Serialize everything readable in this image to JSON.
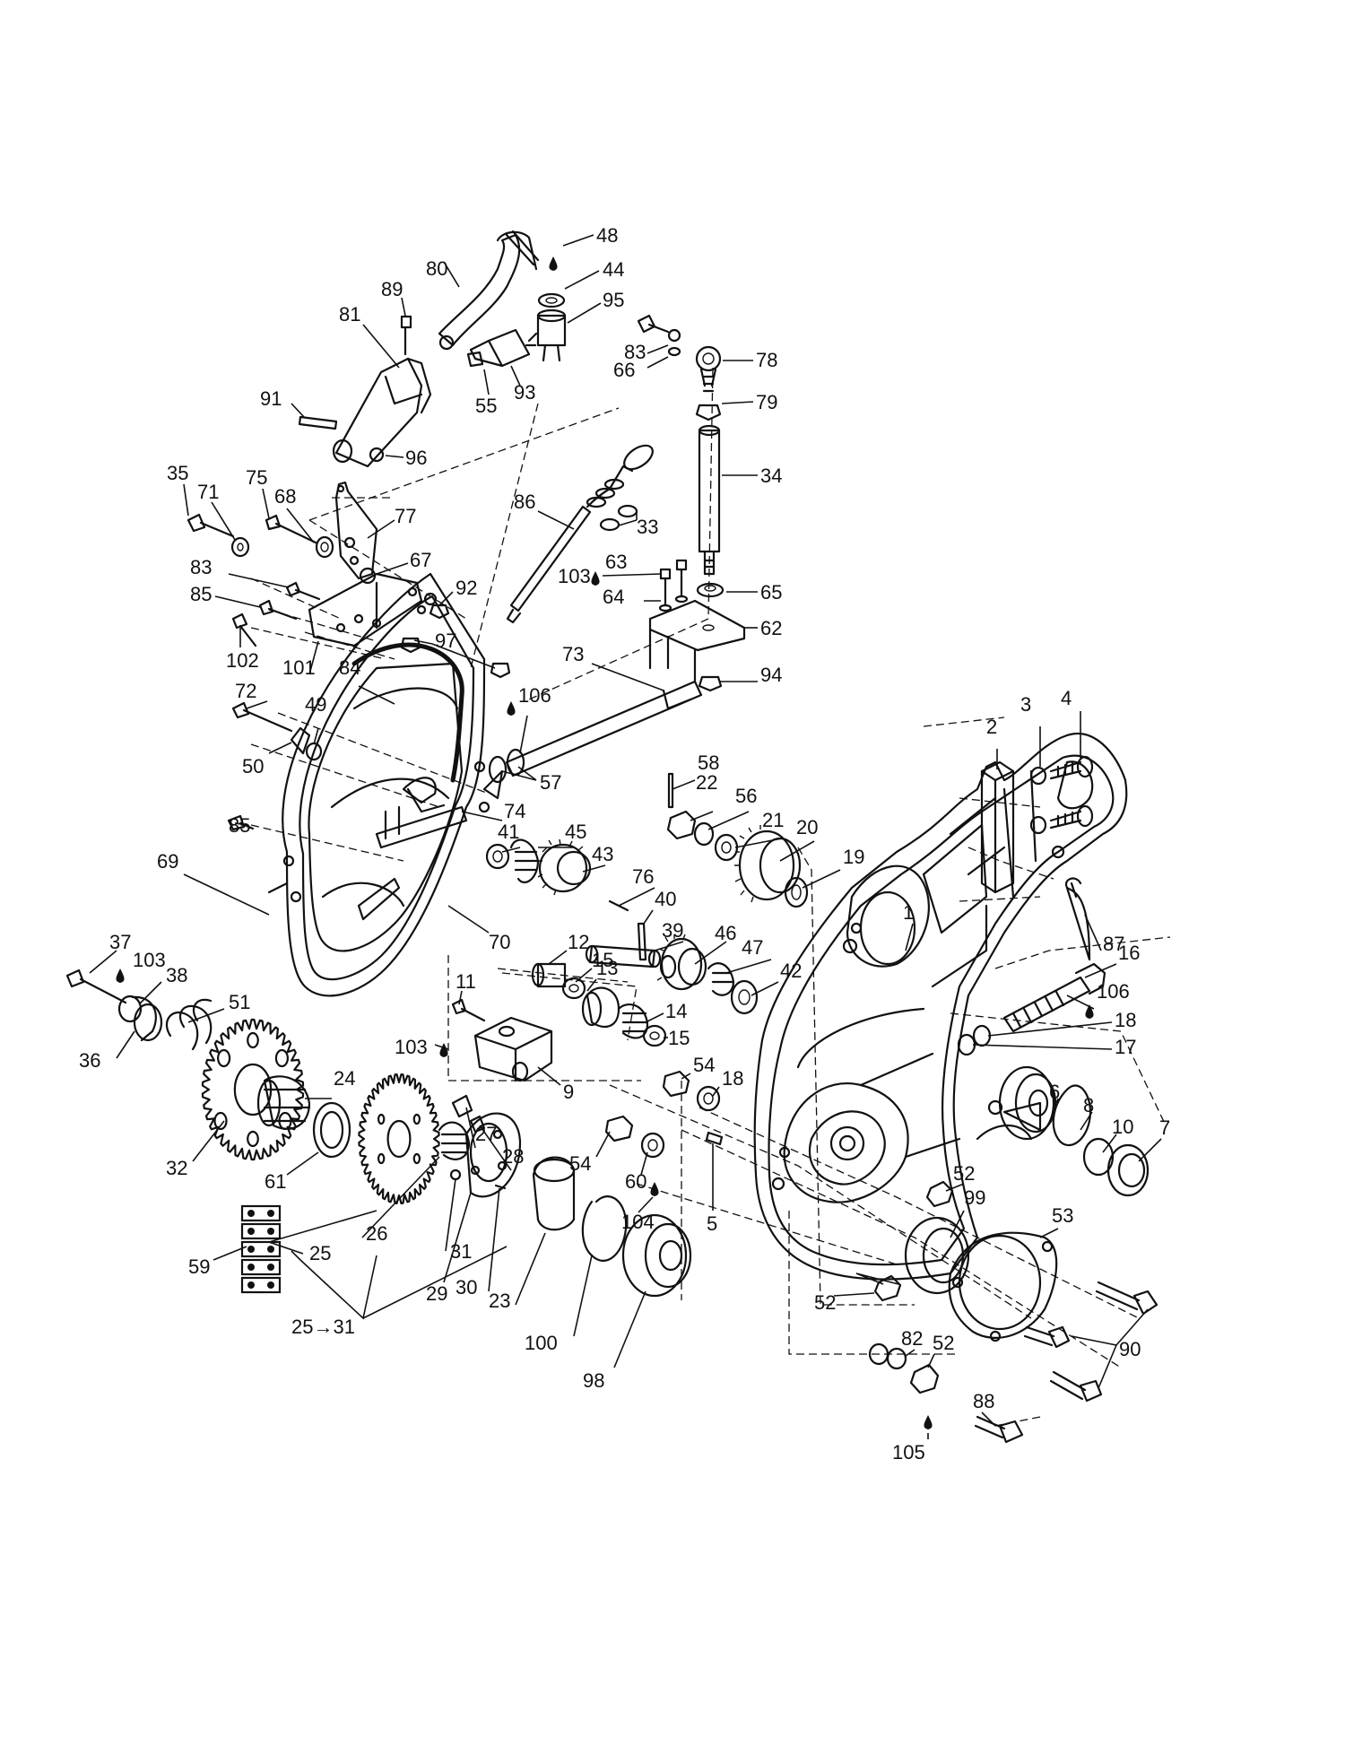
{
  "callouts": [
    {
      "id": "c48",
      "text": "48"
    },
    {
      "id": "c44",
      "text": "44"
    },
    {
      "id": "c80",
      "text": "80"
    },
    {
      "id": "c89",
      "text": "89"
    },
    {
      "id": "c95",
      "text": "95"
    },
    {
      "id": "c81",
      "text": "81"
    },
    {
      "id": "c83a",
      "text": "83"
    },
    {
      "id": "c78",
      "text": "78"
    },
    {
      "id": "c66",
      "text": "66"
    },
    {
      "id": "c79",
      "text": "79"
    },
    {
      "id": "c91",
      "text": "91"
    },
    {
      "id": "c55",
      "text": "55"
    },
    {
      "id": "c93",
      "text": "93"
    },
    {
      "id": "c96",
      "text": "96"
    },
    {
      "id": "c34",
      "text": "34"
    },
    {
      "id": "c35",
      "text": "35"
    },
    {
      "id": "c75",
      "text": "75"
    },
    {
      "id": "c71",
      "text": "71"
    },
    {
      "id": "c68",
      "text": "68"
    },
    {
      "id": "c86",
      "text": "86"
    },
    {
      "id": "c77",
      "text": "77"
    },
    {
      "id": "c33",
      "text": "33"
    },
    {
      "id": "c67",
      "text": "67"
    },
    {
      "id": "c83b",
      "text": "83"
    },
    {
      "id": "c103a",
      "text": "103"
    },
    {
      "id": "c63",
      "text": "63"
    },
    {
      "id": "c65",
      "text": "65"
    },
    {
      "id": "c92",
      "text": "92"
    },
    {
      "id": "c85a",
      "text": "85"
    },
    {
      "id": "c64",
      "text": "64"
    },
    {
      "id": "c62",
      "text": "62"
    },
    {
      "id": "c97",
      "text": "97"
    },
    {
      "id": "c102",
      "text": "102"
    },
    {
      "id": "c101",
      "text": "101"
    },
    {
      "id": "c84",
      "text": "84"
    },
    {
      "id": "c73",
      "text": "73"
    },
    {
      "id": "c94",
      "text": "94"
    },
    {
      "id": "c72",
      "text": "72"
    },
    {
      "id": "c106a",
      "text": "106"
    },
    {
      "id": "c4",
      "text": "4"
    },
    {
      "id": "c3",
      "text": "3"
    },
    {
      "id": "c2",
      "text": "2"
    },
    {
      "id": "c49",
      "text": "49"
    },
    {
      "id": "c50",
      "text": "50"
    },
    {
      "id": "c57",
      "text": "57"
    },
    {
      "id": "c58",
      "text": "58"
    },
    {
      "id": "c22",
      "text": "22"
    },
    {
      "id": "c56",
      "text": "56"
    },
    {
      "id": "c85b",
      "text": "85"
    },
    {
      "id": "c74",
      "text": "74"
    },
    {
      "id": "c21",
      "text": "21"
    },
    {
      "id": "c20",
      "text": "20"
    },
    {
      "id": "c41",
      "text": "41"
    },
    {
      "id": "c45",
      "text": "45"
    },
    {
      "id": "c43",
      "text": "43"
    },
    {
      "id": "c19",
      "text": "19"
    },
    {
      "id": "c69",
      "text": "69"
    },
    {
      "id": "c76",
      "text": "76"
    },
    {
      "id": "c40",
      "text": "40"
    },
    {
      "id": "c1",
      "text": "1"
    },
    {
      "id": "c87",
      "text": "87"
    },
    {
      "id": "c70",
      "text": "70"
    },
    {
      "id": "c39",
      "text": "39"
    },
    {
      "id": "c46",
      "text": "46"
    },
    {
      "id": "c47",
      "text": "47"
    },
    {
      "id": "c12",
      "text": "12"
    },
    {
      "id": "c15a",
      "text": "15"
    },
    {
      "id": "c42",
      "text": "42"
    },
    {
      "id": "c37",
      "text": "37"
    },
    {
      "id": "c103b",
      "text": "103"
    },
    {
      "id": "c13",
      "text": "13"
    },
    {
      "id": "c16",
      "text": "16"
    },
    {
      "id": "c38",
      "text": "38"
    },
    {
      "id": "c11",
      "text": "11"
    },
    {
      "id": "c106b",
      "text": "106"
    },
    {
      "id": "c51",
      "text": "51"
    },
    {
      "id": "c14",
      "text": "14"
    },
    {
      "id": "c18a",
      "text": "18"
    },
    {
      "id": "c15b",
      "text": "15"
    },
    {
      "id": "c17",
      "text": "17"
    },
    {
      "id": "c103c",
      "text": "103"
    },
    {
      "id": "c36",
      "text": "36"
    },
    {
      "id": "c9",
      "text": "9"
    },
    {
      "id": "c24",
      "text": "24"
    },
    {
      "id": "c54a",
      "text": "54"
    },
    {
      "id": "c6",
      "text": "6"
    },
    {
      "id": "c18b",
      "text": "18"
    },
    {
      "id": "c8",
      "text": "8"
    },
    {
      "id": "c10",
      "text": "10"
    },
    {
      "id": "c7",
      "text": "7"
    },
    {
      "id": "c54b",
      "text": "54"
    },
    {
      "id": "c27",
      "text": "27"
    },
    {
      "id": "c28",
      "text": "28"
    },
    {
      "id": "c32",
      "text": "32"
    },
    {
      "id": "c61",
      "text": "61"
    },
    {
      "id": "c60",
      "text": "60"
    },
    {
      "id": "c52a",
      "text": "52"
    },
    {
      "id": "c99",
      "text": "99"
    },
    {
      "id": "c104",
      "text": "104"
    },
    {
      "id": "c5",
      "text": "5"
    },
    {
      "id": "c53",
      "text": "53"
    },
    {
      "id": "c59",
      "text": "59"
    },
    {
      "id": "c25",
      "text": "25"
    },
    {
      "id": "c26",
      "text": "26"
    },
    {
      "id": "c31",
      "text": "31"
    },
    {
      "id": "c29",
      "text": "29"
    },
    {
      "id": "c30",
      "text": "30"
    },
    {
      "id": "c23",
      "text": "23"
    },
    {
      "id": "c52b",
      "text": "52"
    },
    {
      "id": "c82",
      "text": "82"
    },
    {
      "id": "c52c",
      "text": "52"
    },
    {
      "id": "c90",
      "text": "90"
    },
    {
      "id": "c25to31",
      "text": "25→31"
    },
    {
      "id": "c100",
      "text": "100"
    },
    {
      "id": "c98",
      "text": "98"
    },
    {
      "id": "c88",
      "text": "88"
    },
    {
      "id": "c105",
      "text": "105"
    }
  ]
}
